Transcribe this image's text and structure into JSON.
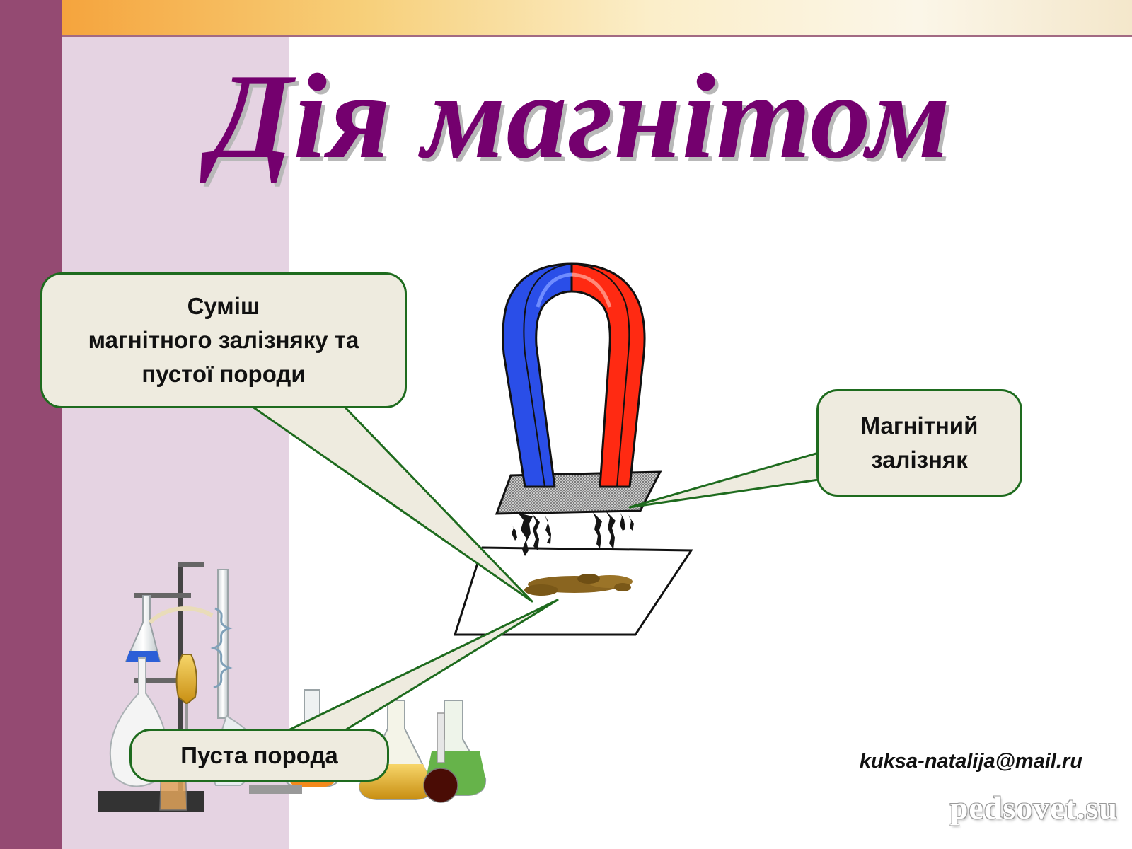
{
  "slide": {
    "title": "Дія магнітом",
    "callouts": {
      "mix": {
        "lines": [
          "Суміш",
          "магнітного залізняку та",
          "пустої породи"
        ]
      },
      "ore": {
        "lines": [
          "Магнітний",
          "залізняк"
        ]
      },
      "waste": {
        "lines": [
          "Пуста порода"
        ]
      }
    },
    "email": "kuksa-natalija@mail.ru",
    "watermark": "pedsovet.su"
  },
  "colors": {
    "title": "#74006e",
    "left_stripe": "#944a72",
    "lilac_panel": "#e5d3e2",
    "callout_fill": "#eeebdf",
    "callout_border": "#1e6b1e",
    "magnet_blue": "#2a4ee8",
    "magnet_red": "#ff2a12"
  },
  "icons": {
    "magnet": "horseshoe-magnet-icon",
    "lab_glassware": "laboratory-glassware-icon"
  }
}
